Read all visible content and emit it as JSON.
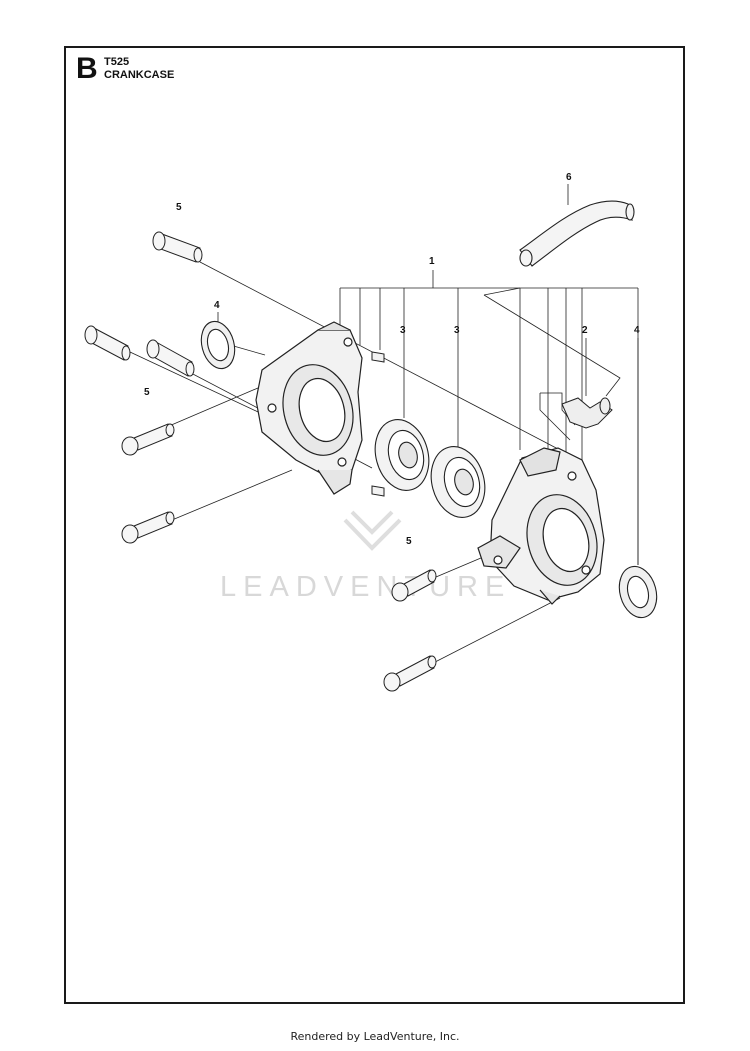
{
  "header": {
    "section_letter": "B",
    "model": "T525",
    "title": "CRANKCASE"
  },
  "callouts": {
    "c1": "1",
    "c2": "2",
    "c3a": "3",
    "c3b": "3",
    "c4a": "4",
    "c4b": "4",
    "c5a": "5",
    "c5b": "5",
    "c5c": "5",
    "c6": "6"
  },
  "watermark": {
    "text": "LEADVENTURE"
  },
  "footer": {
    "text": "Rendered by LeadVenture, Inc."
  }
}
